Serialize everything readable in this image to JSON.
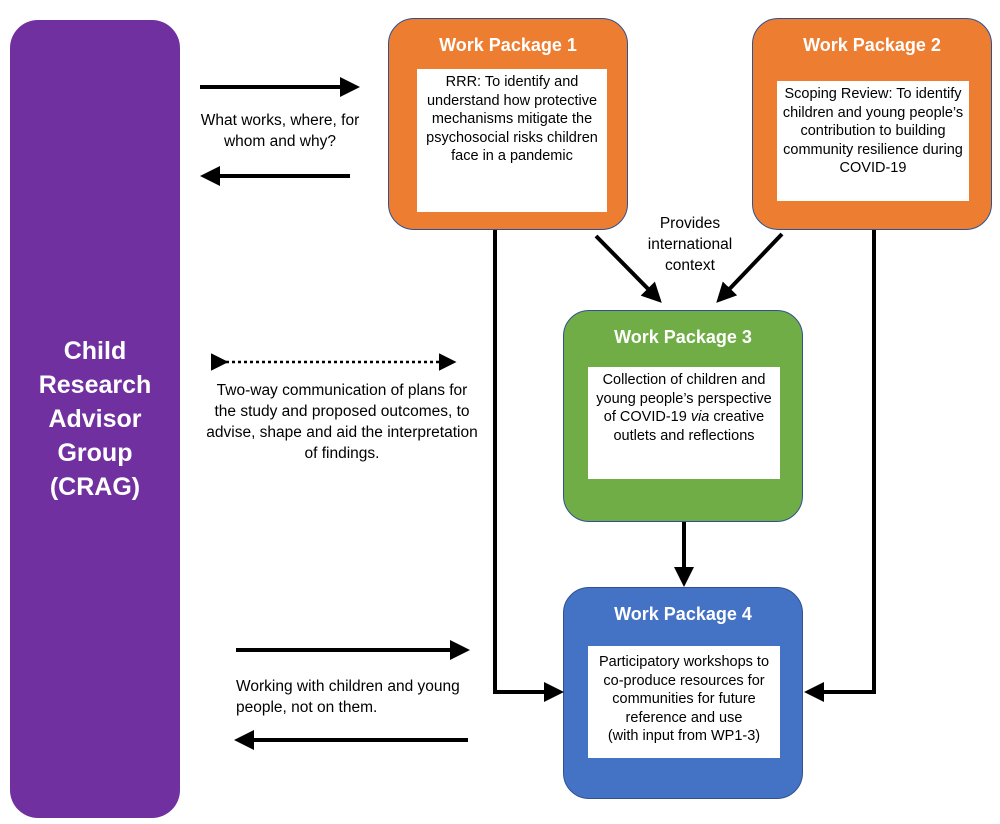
{
  "crag": {
    "title": "Child\nResearch\nAdvisor\nGroup\n(CRAG)"
  },
  "wp1": {
    "title": "Work Package 1",
    "text": "RRR: To identify and understand how protective mechanisms mitigate the psychosocial risks children face in a pandemic",
    "color": "#ed7d31"
  },
  "wp2": {
    "title": "Work Package 2",
    "text": "Scoping Review: To identify children and young people’s contribution to building community resilience during COVID-19",
    "color": "#ed7d31"
  },
  "wp3": {
    "title": "Work Package 3",
    "text_part1": "Collection of children and young people’s perspective of COVID-19 ",
    "text_italic": "via",
    "text_part2": " creative outlets and reflections",
    "color": "#70ad47"
  },
  "wp4": {
    "title": "Work Package 4",
    "text": "Participatory workshops to co-produce resources for communities for future reference and use\n(with input from WP1-3)",
    "color": "#4472c4"
  },
  "labels": {
    "what_works": "What works, where, for whom and why?",
    "international": "Provides international context",
    "two_way": "Two-way communication of plans for the study and proposed outcomes, to advise, shape and aid the interpretation of findings.",
    "working_with": "Working with children and young people, not on them."
  },
  "colors": {
    "crag": "#7030a0",
    "border": "#2f528f"
  }
}
